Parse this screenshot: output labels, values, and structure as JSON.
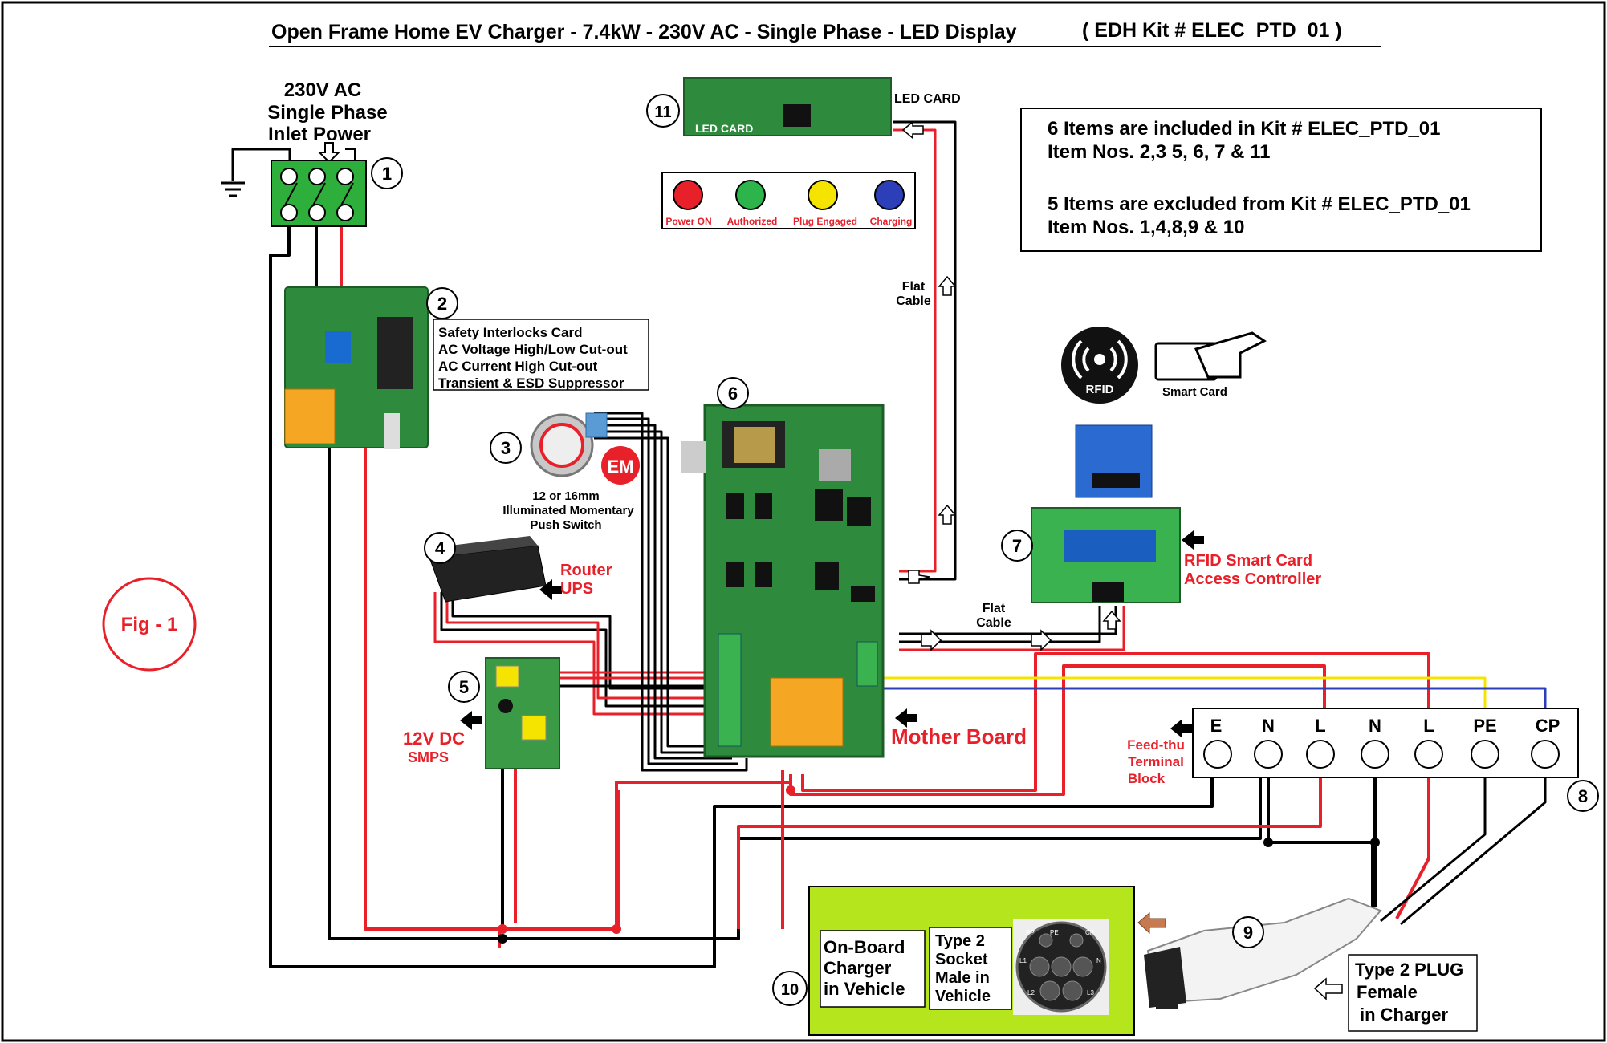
{
  "title": "Open Frame Home EV Charger - 7.4kW - 230V AC - Single Phase - LED Display",
  "kit_ref": "( EDH Kit # ELEC_PTD_01 )",
  "fig_label": "Fig - 1",
  "inlet": {
    "line1": "230V AC",
    "line2": "Single Phase",
    "line3": "Inlet Power"
  },
  "numbers": [
    "1",
    "2",
    "3",
    "4",
    "5",
    "6",
    "7",
    "8",
    "9",
    "10",
    "11"
  ],
  "safety_card": {
    "line1": "Safety Interlocks Card",
    "line2": "AC Voltage High/Low Cut-out",
    "line3": "AC Current High Cut-out",
    "line4": "Transient & ESD Suppressor"
  },
  "push_switch": {
    "badge": "EM",
    "line1": "12 or 16mm",
    "line2": "Illuminated Momentary",
    "line3": "Push Switch"
  },
  "router_ups": {
    "line1": "Router",
    "line2": "UPS"
  },
  "smps": {
    "line1": "12V DC",
    "line2": "SMPS"
  },
  "mother_board": "Mother Board",
  "led_card": {
    "label": "LED CARD",
    "pcb_text": "LED CARD"
  },
  "leds": [
    {
      "label": "Power ON",
      "color": "#e8202a"
    },
    {
      "label": "Authorized",
      "color": "#2db54b"
    },
    {
      "label": "Plug Engaged",
      "color": "#f5e400"
    },
    {
      "label": "Charging",
      "color": "#2c3fb8"
    }
  ],
  "flat_cable": {
    "line1": "Flat",
    "line2": "Cable"
  },
  "rfid": {
    "badge": "RFID",
    "smart_card": "Smart Card",
    "controller_line1": "RFID Smart Card",
    "controller_line2": "Access Controller"
  },
  "kit_box": {
    "line1": "6 Items are included in Kit # ELEC_PTD_01",
    "line2": "Item Nos. 2,3 5, 6, 7 & 11",
    "line3": "5 Items are excluded from Kit # ELEC_PTD_01",
    "line4": "Item Nos. 1,4,8,9 & 10"
  },
  "terminal_block": {
    "label_line1": "Feed-thu",
    "label_line2": "Terminal",
    "label_line3": "Block",
    "terminals": [
      "E",
      "N",
      "L",
      "N",
      "L",
      "PE",
      "CP"
    ]
  },
  "vehicle": {
    "onboard_line1": "On-Board",
    "onboard_line2": "Charger",
    "onboard_line3": "in Vehicle",
    "socket_line1": "Type 2",
    "socket_line2": "Socket",
    "socket_line3": "Male in",
    "socket_line4": "Vehicle",
    "pins": [
      "PP",
      "PE",
      "CP",
      "L1",
      "N",
      "L2",
      "L3"
    ]
  },
  "plug": {
    "line1": "Type 2 PLUG",
    "line2": "Female",
    "line3": "in Charger"
  },
  "colors": {
    "wire_red": "#e8202a",
    "wire_black": "#000000",
    "wire_yellow": "#f5e400",
    "wire_blue": "#2c3fb8",
    "pcb_green": "#2e8b3e",
    "vehicle_green": "#b5e51d"
  }
}
